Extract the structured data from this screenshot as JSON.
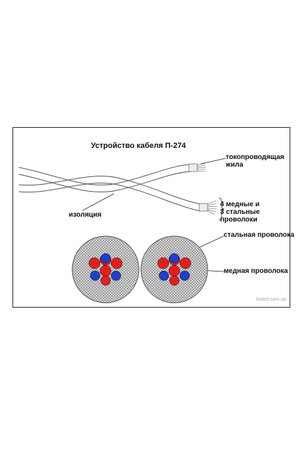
{
  "diagram": {
    "title": "Устройство  кабеля П-274",
    "labels": {
      "conductor": [
        "токопроводящая",
        "жила"
      ],
      "composition": [
        "4 медные и",
        "3 стальные",
        "проволоки"
      ],
      "insulation": "изоляция",
      "steel_wire": "стальная проволока",
      "copper_wire": "медная проволока"
    },
    "watermark": "board.com.ua"
  },
  "colors": {
    "frame": "#2a2a2a",
    "steel_wire": "#e0201e",
    "copper_wire": "#1f3fc7",
    "insulation_fill": "#d8d8d8",
    "hatch": "#7a7a7a"
  }
}
